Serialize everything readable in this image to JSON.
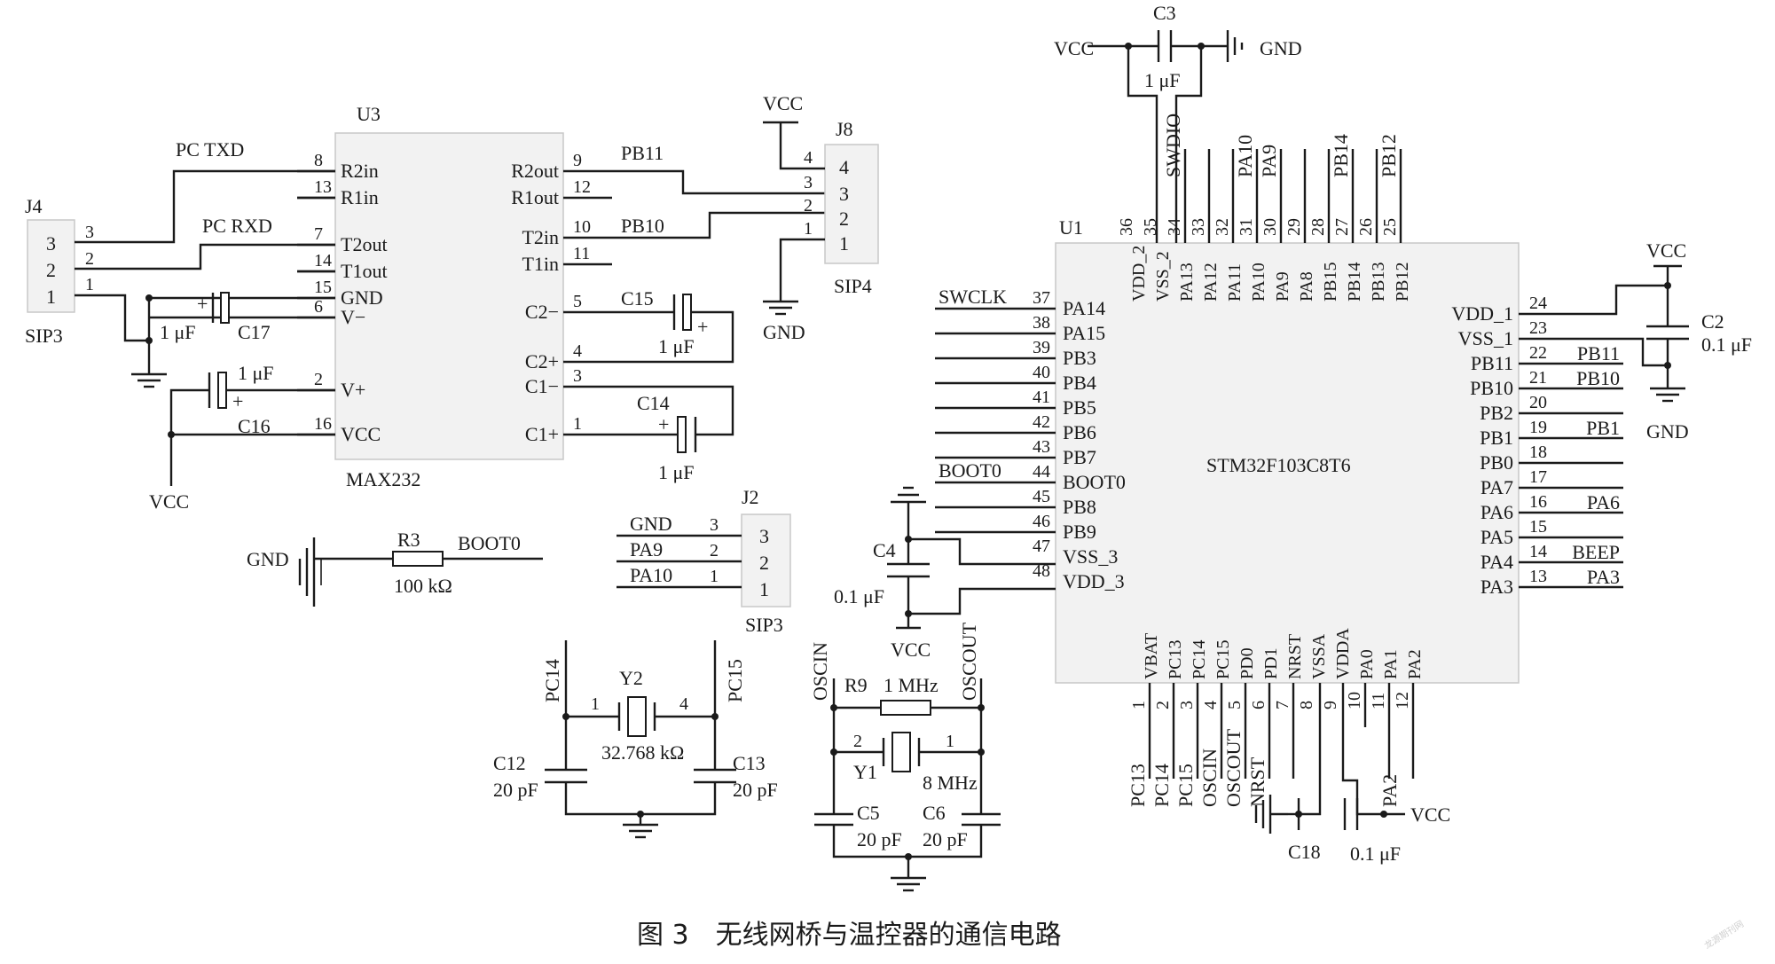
{
  "caption": "图 3　无线网桥与温控器的通信电路",
  "watermark": "龙源期刊网",
  "u3": {
    "ref": "U3",
    "part": "MAX232",
    "left_pins": [
      {
        "num": "8",
        "name": "R2in",
        "net": "PC TXD"
      },
      {
        "num": "13",
        "name": "R1in",
        "net": ""
      },
      {
        "num": "7",
        "name": "T2out",
        "net": "PC RXD"
      },
      {
        "num": "14",
        "name": "T1out",
        "net": ""
      },
      {
        "num": "15",
        "name": "GND",
        "net": ""
      },
      {
        "num": "6",
        "name": "V−",
        "net": ""
      },
      {
        "num": "2",
        "name": "V+",
        "net": ""
      },
      {
        "num": "16",
        "name": "VCC",
        "net": ""
      }
    ],
    "right_pins": [
      {
        "num": "9",
        "name": "R2out",
        "net": "PB11"
      },
      {
        "num": "12",
        "name": "R1out",
        "net": ""
      },
      {
        "num": "10",
        "name": "T2in",
        "net": "PB10"
      },
      {
        "num": "11",
        "name": "T1in",
        "net": ""
      },
      {
        "num": "5",
        "name": "C2−",
        "net": ""
      },
      {
        "num": "4",
        "name": "C2+",
        "net": ""
      },
      {
        "num": "3",
        "name": "C1−",
        "net": ""
      },
      {
        "num": "1",
        "name": "C1+",
        "net": ""
      }
    ]
  },
  "j4": {
    "ref": "J4",
    "type": "SIP3",
    "pins": [
      "3",
      "2",
      "1"
    ],
    "wire_nums": [
      "3",
      "2",
      "1"
    ]
  },
  "j8": {
    "ref": "J8",
    "type": "SIP4",
    "pins": [
      "4",
      "3",
      "2",
      "1"
    ],
    "wire_nums": [
      "4",
      "3",
      "2",
      "1"
    ],
    "vcc": "VCC",
    "gnd": "GND"
  },
  "j2": {
    "ref": "J2",
    "type": "SIP3",
    "pins": [
      "3",
      "2",
      "1"
    ],
    "wire_nums": [
      "3",
      "2",
      "1"
    ],
    "nets": [
      "GND",
      "PA9",
      "PA10"
    ]
  },
  "caps": {
    "c17": {
      "ref": "C17",
      "value": "1 μF"
    },
    "c16": {
      "ref": "C16",
      "value": "1 μF"
    },
    "c15": {
      "ref": "C15",
      "value": "1 μF"
    },
    "c14": {
      "ref": "C14",
      "value": "1 μF"
    },
    "c3": {
      "ref": "C3",
      "value": "1 μF"
    },
    "c2": {
      "ref": "C2",
      "value": "0.1 μF"
    },
    "c4": {
      "ref": "C4",
      "value": "0.1 μF"
    },
    "c12": {
      "ref": "C12",
      "value": "20 pF"
    },
    "c13": {
      "ref": "C13",
      "value": "20 pF"
    },
    "c5": {
      "ref": "C5",
      "value": "20 pF"
    },
    "c6": {
      "ref": "C6",
      "value": "20 pF"
    },
    "c18": {
      "ref": "C18",
      "value": "0.1 μF"
    }
  },
  "r3": {
    "ref": "R3",
    "value": "100 kΩ",
    "left": "GND",
    "right": "BOOT0"
  },
  "r9": {
    "ref": "R9",
    "value": "1 MHz"
  },
  "y2": {
    "ref": "Y2",
    "value": "32.768 kΩ",
    "pin_l": "1",
    "pin_r": "4",
    "net_l": "PC14",
    "net_r": "PC15"
  },
  "y1": {
    "ref": "Y1",
    "value": "8 MHz",
    "pin_l": "2",
    "pin_r": "1",
    "net_l": "OSCIN",
    "net_r": "OSCOUT"
  },
  "u1": {
    "ref": "U1",
    "part": "STM32F103C8T6",
    "top_pins": [
      {
        "num": "36",
        "name": "VDD_2",
        "net": ""
      },
      {
        "num": "35",
        "name": "VSS_2",
        "net": ""
      },
      {
        "num": "34",
        "name": "PA13",
        "net": "SWDIO"
      },
      {
        "num": "33",
        "name": "PA12",
        "net": ""
      },
      {
        "num": "32",
        "name": "PA11",
        "net": ""
      },
      {
        "num": "31",
        "name": "PA10",
        "net": "PA10"
      },
      {
        "num": "30",
        "name": "PA9",
        "net": "PA9"
      },
      {
        "num": "29",
        "name": "PA8",
        "net": ""
      },
      {
        "num": "28",
        "name": "PB15",
        "net": ""
      },
      {
        "num": "27",
        "name": "PB14",
        "net": "PB14"
      },
      {
        "num": "26",
        "name": "PB13",
        "net": ""
      },
      {
        "num": "25",
        "name": "PB12",
        "net": "PB12"
      }
    ],
    "left_pins": [
      {
        "num": "37",
        "name": "PA14",
        "net": "SWCLK"
      },
      {
        "num": "38",
        "name": "PA15",
        "net": ""
      },
      {
        "num": "39",
        "name": "PB3",
        "net": ""
      },
      {
        "num": "40",
        "name": "PB4",
        "net": ""
      },
      {
        "num": "41",
        "name": "PB5",
        "net": ""
      },
      {
        "num": "42",
        "name": "PB6",
        "net": ""
      },
      {
        "num": "43",
        "name": "PB7",
        "net": ""
      },
      {
        "num": "44",
        "name": "BOOT0",
        "net": "BOOT0"
      },
      {
        "num": "45",
        "name": "PB8",
        "net": ""
      },
      {
        "num": "46",
        "name": "PB9",
        "net": ""
      },
      {
        "num": "47",
        "name": "VSS_3",
        "net": ""
      },
      {
        "num": "48",
        "name": "VDD_3",
        "net": ""
      }
    ],
    "right_pins": [
      {
        "num": "24",
        "name": "VDD_1",
        "net": ""
      },
      {
        "num": "23",
        "name": "VSS_1",
        "net": ""
      },
      {
        "num": "22",
        "name": "PB11",
        "net": "PB11"
      },
      {
        "num": "21",
        "name": "PB10",
        "net": "PB10"
      },
      {
        "num": "20",
        "name": "PB2",
        "net": ""
      },
      {
        "num": "19",
        "name": "PB1",
        "net": "PB1"
      },
      {
        "num": "18",
        "name": "PB0",
        "net": ""
      },
      {
        "num": "17",
        "name": "PA7",
        "net": ""
      },
      {
        "num": "16",
        "name": "PA6",
        "net": "PA6"
      },
      {
        "num": "15",
        "name": "PA5",
        "net": ""
      },
      {
        "num": "14",
        "name": "PA4",
        "net": "BEEP"
      },
      {
        "num": "13",
        "name": "PA3",
        "net": "PA3"
      }
    ],
    "bottom_pins": [
      {
        "num": "1",
        "name": "VBAT",
        "net": "PC13"
      },
      {
        "num": "2",
        "name": "PC13",
        "net": "PC14"
      },
      {
        "num": "3",
        "name": "PC14",
        "net": "PC15"
      },
      {
        "num": "4",
        "name": "PC15",
        "net": "OSCIN"
      },
      {
        "num": "5",
        "name": "PD0",
        "net": "OSCOUT"
      },
      {
        "num": "6",
        "name": "PD1",
        "net": "NRST"
      },
      {
        "num": "7",
        "name": "NRST",
        "net": ""
      },
      {
        "num": "8",
        "name": "VSSA",
        "net": ""
      },
      {
        "num": "9",
        "name": "VDDA",
        "net": ""
      },
      {
        "num": "10",
        "name": "PA0",
        "net": ""
      },
      {
        "num": "11",
        "name": "PA1",
        "net": "PA2"
      },
      {
        "num": "12",
        "name": "PA2",
        "net": ""
      }
    ]
  },
  "power": {
    "vcc": "VCC",
    "gnd": "GND"
  }
}
